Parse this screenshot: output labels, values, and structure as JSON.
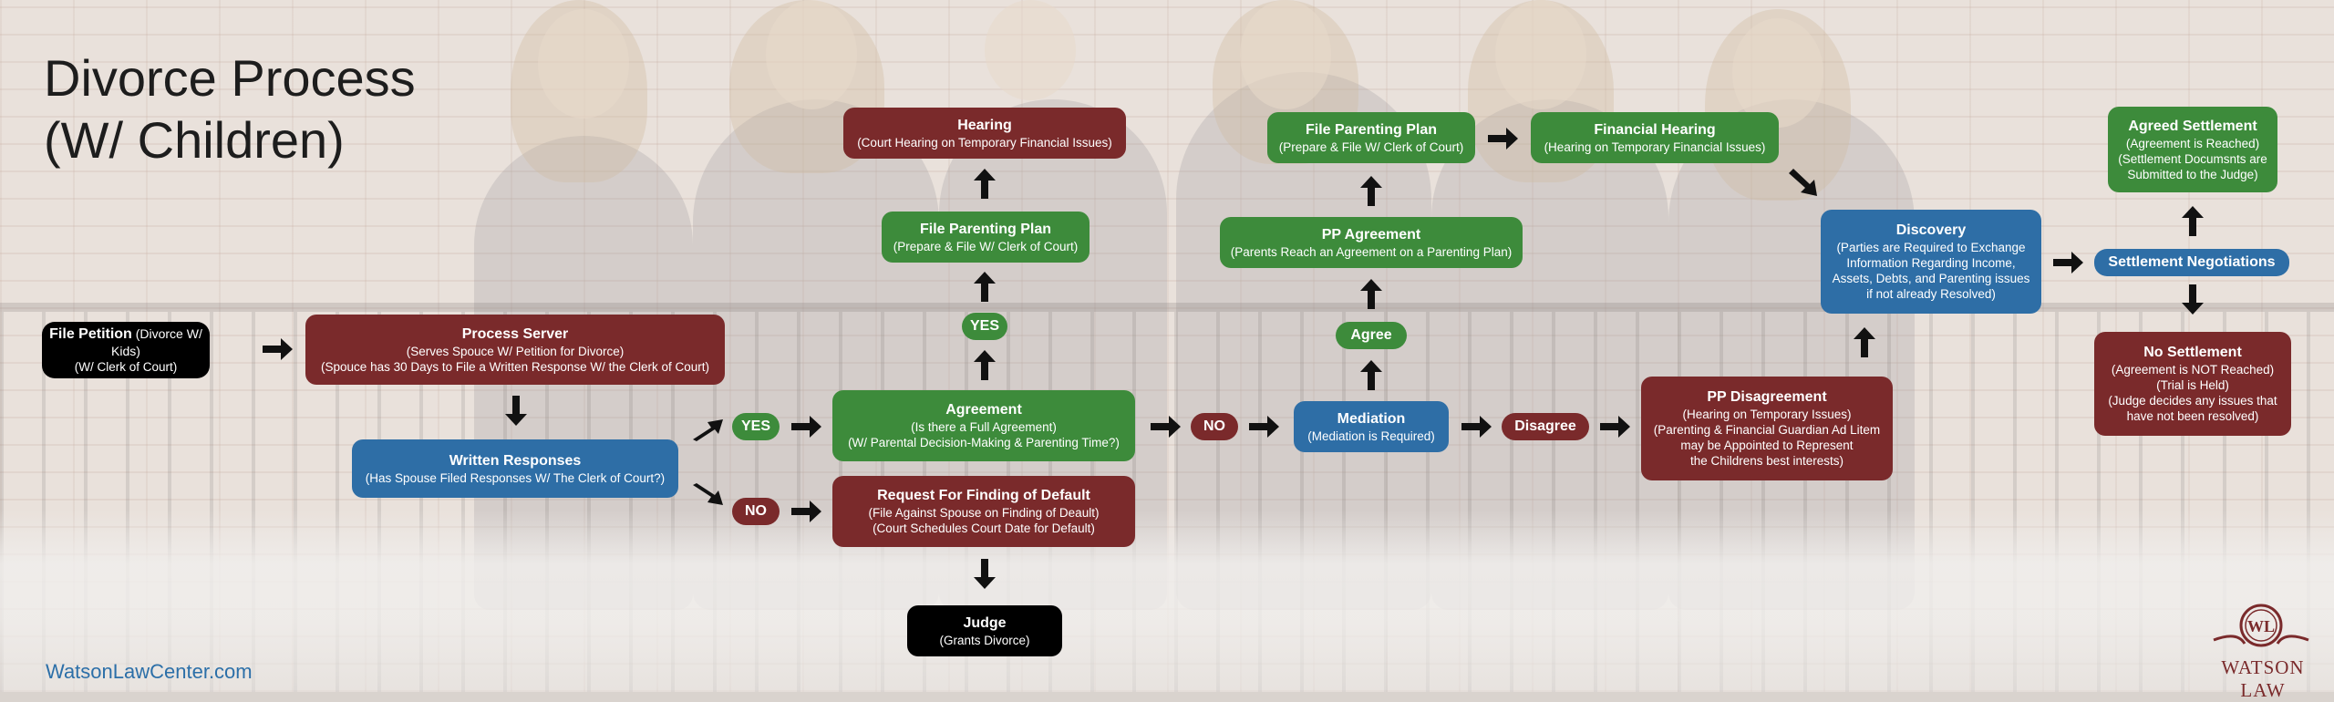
{
  "title": {
    "line1": "Divorce Process",
    "line2": "(W/ Children)"
  },
  "website": "WatsonLawCenter.com",
  "logo": {
    "name": "WATSON LAW",
    "monogram": "WL"
  },
  "colors": {
    "red": "#7a2a2b",
    "green": "#3d8b3b",
    "blue": "#2e6ea6",
    "black": "#000000",
    "title": "#1d1d1d",
    "link": "#2c6fa8"
  },
  "nodes": {
    "file_petition": {
      "title": "File Petition",
      "detail": " (Divorce W/ Kids)",
      "line2": "(W/ Clerk of Court)"
    },
    "process_server": {
      "title": "Process Server",
      "lines": [
        "(Serves Spouce W/ Petition for Divorce)",
        "(Spouce has 30 Days to File a Written Response W/ the Clerk of Court)"
      ]
    },
    "written_responses": {
      "title": "Written Responses",
      "lines": [
        "(Has Spouse Filed Responses W/ The Clerk of Court?)"
      ]
    },
    "yes_1": "YES",
    "no_1": "NO",
    "agreement": {
      "title": "Agreement",
      "lines": [
        "(Is there a Full Agreement)",
        "(W/ Parental Decision-Making & Parenting Time?)"
      ]
    },
    "default": {
      "title": "Request For Finding of Default",
      "lines": [
        "(File Against Spouse on Finding of Deault)",
        "(Court Schedules Court Date for Default)"
      ]
    },
    "judge": {
      "title": "Judge",
      "lines": [
        "(Grants Divorce)"
      ]
    },
    "yes_2": "YES",
    "file_parenting_plan_1": {
      "title": "File Parenting Plan",
      "lines": [
        "(Prepare & File W/ Clerk of Court)"
      ]
    },
    "hearing": {
      "title": "Hearing",
      "lines": [
        "(Court Hearing on Temporary Financial Issues)"
      ]
    },
    "no_2": "NO",
    "mediation": {
      "title": "Mediation",
      "lines": [
        "(Mediation is Required)"
      ]
    },
    "agree": "Agree",
    "pp_agreement": {
      "title": "PP Agreement",
      "lines": [
        "(Parents Reach an Agreement on a Parenting Plan)"
      ]
    },
    "file_parenting_plan_2": {
      "title": "File Parenting Plan",
      "lines": [
        "(Prepare & File W/ Clerk of Court)"
      ]
    },
    "financial_hearing": {
      "title": "Financial Hearing",
      "lines": [
        "(Hearing on Temporary Financial Issues)"
      ]
    },
    "disagree": "Disagree",
    "pp_disagreement": {
      "title": "PP Disagreement",
      "lines": [
        "(Hearing on Temporary Issues)",
        "(Parenting & Financial Guardian Ad Litem",
        "may be Appointed to Represent",
        "the Childrens best interests)"
      ]
    },
    "discovery": {
      "title": "Discovery",
      "lines": [
        "(Parties are Required to Exchange",
        "Information Regarding Income,",
        "Assets, Debts, and Parenting issues",
        "if not already Resolved)"
      ]
    },
    "settlement_negotiations": "Settlement Negotiations",
    "agreed_settlement": {
      "title": "Agreed Settlement",
      "lines": [
        "(Agreement is Reached)",
        "(Settlement Documsnts are",
        "Submitted to the Judge)"
      ]
    },
    "no_settlement": {
      "title": "No Settlement",
      "lines": [
        "(Agreement is NOT Reached)",
        "(Trial is Held)",
        "(Judge decides any issues that",
        "have not been resolved)"
      ]
    }
  }
}
